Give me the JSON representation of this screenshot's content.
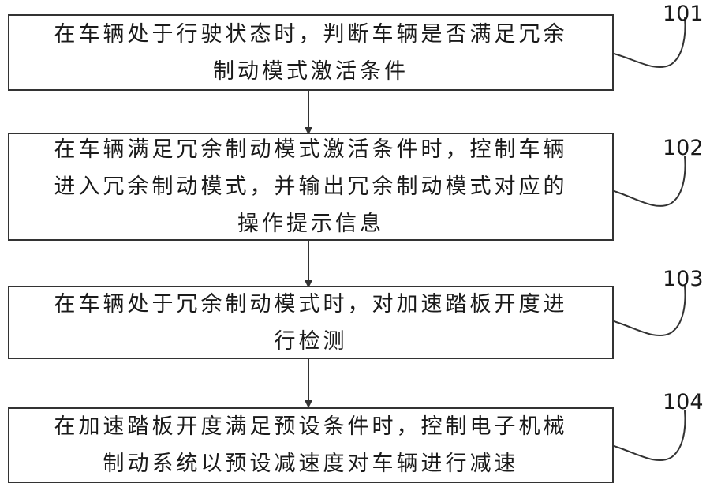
{
  "steps": [
    {
      "ref": "101",
      "lines": [
        "在车辆处于行驶状态时，判断车辆是否满足冗余",
        "制动模式激活条件"
      ]
    },
    {
      "ref": "102",
      "lines": [
        "在车辆满足冗余制动模式激活条件时，控制车辆",
        "进入冗余制动模式，并输出冗余制动模式对应的",
        "操作提示信息"
      ]
    },
    {
      "ref": "103",
      "lines": [
        "在车辆处于冗余制动模式时，对加速踏板开度进",
        "行检测"
      ]
    },
    {
      "ref": "104",
      "lines": [
        "在加速踏板开度满足预设条件时，控制电子机械",
        "制动系统以预设减速度对车辆进行减速"
      ]
    }
  ]
}
